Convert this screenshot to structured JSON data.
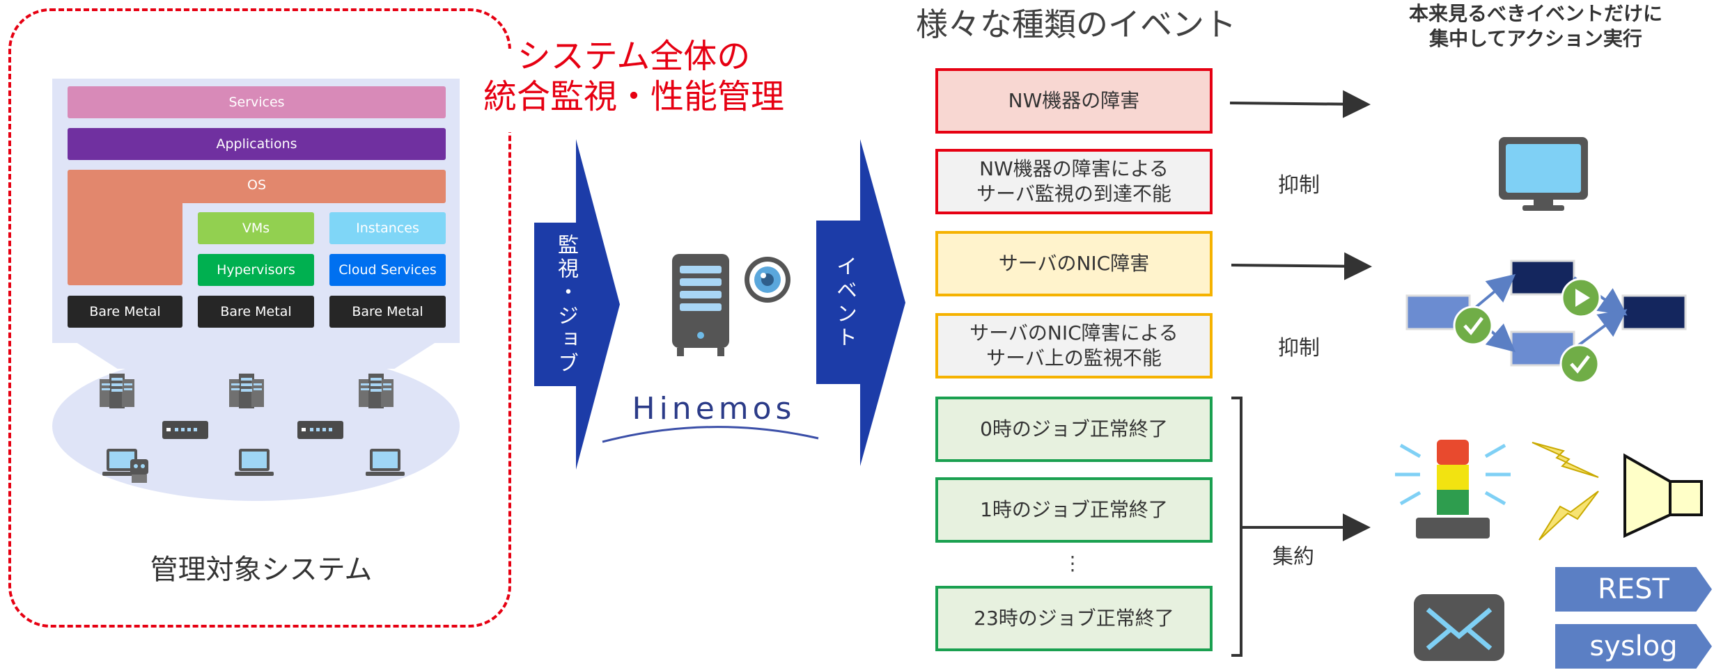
{
  "left": {
    "layers": {
      "services": "Services",
      "applications": "Applications",
      "os": "OS",
      "vms": "VMs",
      "instances": "Instances",
      "hypervisors": "Hypervisors",
      "cloud_services": "Cloud Services",
      "bare_metal": [
        "Bare Metal",
        "Bare Metal",
        "Bare Metal"
      ]
    },
    "system_label": "管理対象システム"
  },
  "red_title": {
    "line1": "システム全体の",
    "line2": "統合監視・性能管理"
  },
  "arrow1_text": "監視・ジョブ",
  "arrow2_text": "イベント",
  "hinemos_logo": "Hinemos",
  "events_title": "様々な種類のイベント",
  "events": [
    {
      "line1": "NW機器の障害",
      "line2": ""
    },
    {
      "line1": "NW機器の障害による",
      "line2": "サーバ監視の到達不能"
    },
    {
      "line1": "サーバのNIC障害",
      "line2": ""
    },
    {
      "line1": "サーバのNIC障害による",
      "line2": "サーバ上の監視不能"
    },
    {
      "line1": "0時のジョブ正常終了",
      "line2": ""
    },
    {
      "line1": "1時のジョブ正常終了",
      "line2": ""
    },
    {
      "line1": "23時のジョブ正常終了",
      "line2": ""
    }
  ],
  "ellipsis": "⋮",
  "labels": {
    "suppress1": "抑制",
    "suppress2": "抑制",
    "aggregate": "集約"
  },
  "action_title": {
    "line1": "本来見るべきイベントだけに",
    "line2": "集中してアクション実行"
  },
  "tags": {
    "rest": "REST",
    "syslog": "syslog"
  },
  "colors": {
    "accent_red": "#e60012",
    "arrow_blue": "#1c3ca8",
    "event_yellow": "#f5b200",
    "event_green": "#1aa050",
    "services": "#d88ab8",
    "applications": "#7030a0",
    "os": "#e2876d",
    "vms": "#92d050",
    "instances": "#7fd6f7",
    "hypervisors": "#00b050",
    "cloud_services": "#0070f0"
  }
}
